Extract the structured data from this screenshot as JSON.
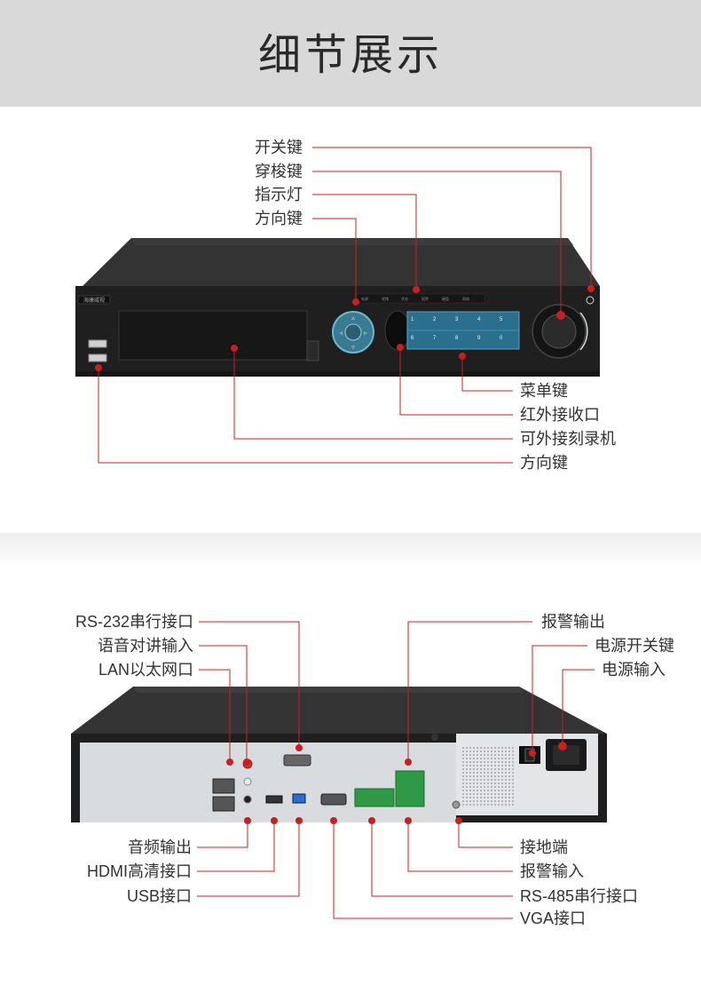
{
  "header": {
    "title": "细节展示"
  },
  "colors": {
    "callout": "#c8201f",
    "device_body": "#2b2b2b",
    "rear_panel": "#d8dcdf"
  },
  "device_front": {
    "logo_text": "海康威视",
    "keypad_keys": [
      "1",
      "2",
      "3",
      "4",
      "5",
      "6",
      "7",
      "8",
      "9",
      "0"
    ]
  },
  "front_labels": [
    {
      "id": "power-key",
      "text": "开关键"
    },
    {
      "id": "jog-shuttle-key",
      "text": "穿梭键"
    },
    {
      "id": "indicator-light",
      "text": "指示灯"
    },
    {
      "id": "direction-key",
      "text": "方向键"
    },
    {
      "id": "menu-key",
      "text": "菜单键"
    },
    {
      "id": "ir-receiver",
      "text": "红外接收口"
    },
    {
      "id": "external-burner",
      "text": "可外接刻录机"
    },
    {
      "id": "direction-key-2",
      "text": "方向键"
    }
  ],
  "rear_labels": [
    {
      "id": "rs232-port",
      "text": "RS-232串行接口"
    },
    {
      "id": "audio-talk-in",
      "text": "语音对讲输入"
    },
    {
      "id": "lan-port",
      "text": "LAN以太网口"
    },
    {
      "id": "alarm-out",
      "text": "报警输出"
    },
    {
      "id": "power-switch",
      "text": "电源开关键"
    },
    {
      "id": "power-input",
      "text": "电源输入"
    },
    {
      "id": "audio-out",
      "text": "音频输出"
    },
    {
      "id": "hdmi-port",
      "text": "HDMI高清接口"
    },
    {
      "id": "usb-port",
      "text": "USB接口"
    },
    {
      "id": "ground",
      "text": "接地端"
    },
    {
      "id": "alarm-in",
      "text": "报警输入"
    },
    {
      "id": "rs485-port",
      "text": "RS-485串行接口"
    },
    {
      "id": "vga-port",
      "text": "VGA接口"
    }
  ]
}
